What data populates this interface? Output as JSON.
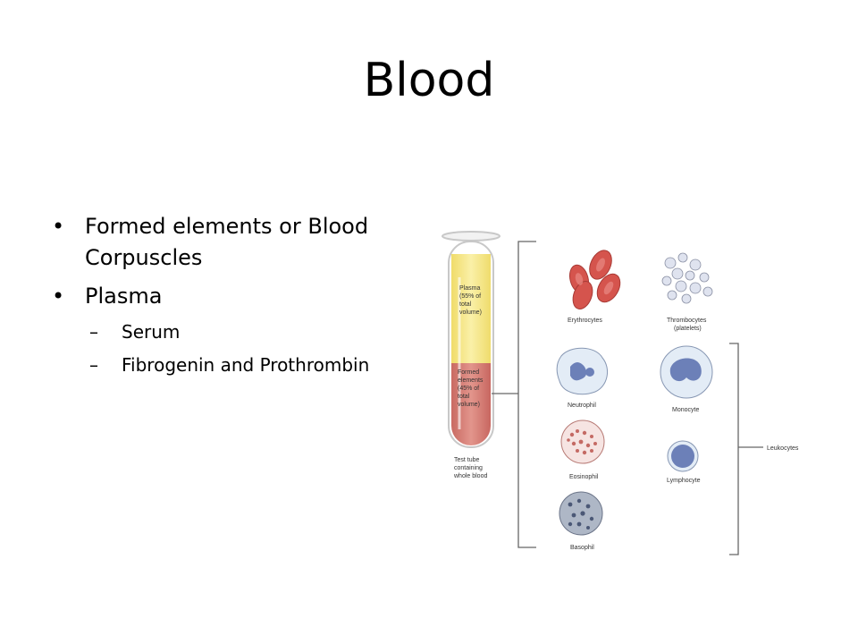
{
  "slide": {
    "title": "Blood",
    "bullets": [
      {
        "text": "Formed elements or Blood Corpuscles"
      },
      {
        "text": "Plasma"
      }
    ],
    "sub_bullets": [
      {
        "text": "Serum"
      },
      {
        "text": "Fibrogenin and Prothrombin"
      }
    ]
  },
  "figure": {
    "tube_labels": {
      "plasma": [
        "Plasma",
        "(55% of",
        "total",
        "volume)"
      ],
      "formed": [
        "Formed",
        "elements",
        "(45% of",
        "total",
        "volume)"
      ],
      "caption": [
        "Test tube",
        "containing",
        "whole blood"
      ]
    },
    "cells": {
      "erythrocytes": "Erythrocytes",
      "thrombocytes": [
        "Thrombocytes",
        "(platelets)"
      ],
      "neutrophil": "Neutrophil",
      "monocyte": "Monocyte",
      "eosinophil": "Eosinophil",
      "lymphocyte": "Lymphocyte",
      "basophil": "Basophil"
    },
    "group_label": "Leukocytes",
    "colors": {
      "plasma": "#f6e98a",
      "formed": "#d98077",
      "rbc": "#d5544d",
      "platelet": "#dfe3ef",
      "wbc_cytoplasm": "#e3ecf6",
      "wbc_nucleus": "#6c80b8",
      "eosinophil_granules": "#c46a64"
    }
  }
}
